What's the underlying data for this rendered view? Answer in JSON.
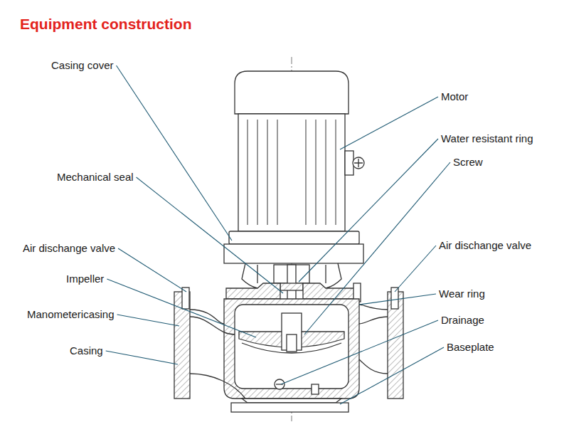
{
  "diagram": {
    "title": "Equipment construction",
    "labels": [
      "Casing cover",
      "Motor",
      "Water resistant ring",
      "Screw",
      "Mechanical seal",
      "Air dischange valve",
      "Air dischange valve",
      "Impeller",
      "Wear ring",
      "Manometericasing",
      "Drainage",
      "Casing",
      "Baseplate"
    ]
  }
}
